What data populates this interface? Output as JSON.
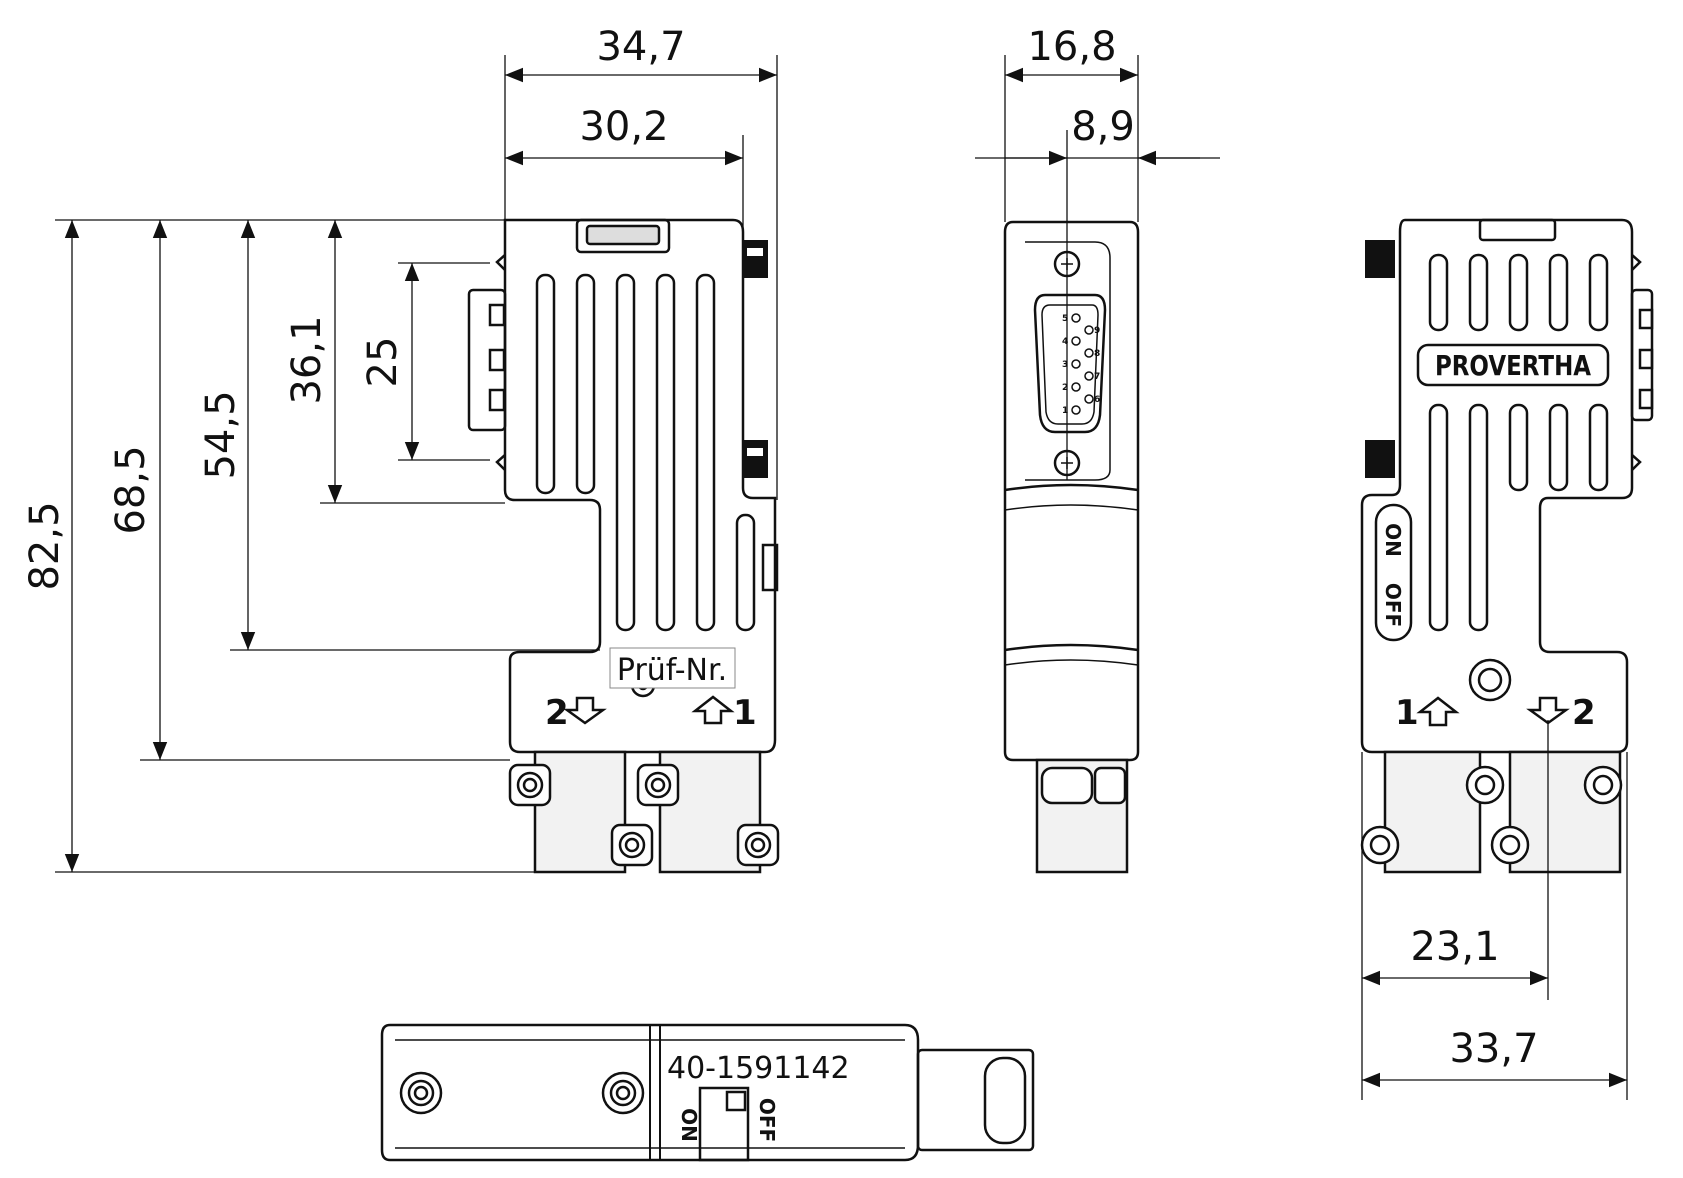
{
  "dimensions": {
    "front_width_total": "34,7",
    "front_width_body": "30,2",
    "front_height_total": "82,5",
    "front_height_68": "68,5",
    "front_height_54": "54,5",
    "front_height_36": "36,1",
    "front_height_25": "25",
    "side_width_total": "16,8",
    "side_width_half": "8,9",
    "back_cable_offset": "23,1",
    "back_width_total": "33,7"
  },
  "labels": {
    "pruef_nr": "Prüf-Nr.",
    "port_2": "2",
    "port_1": "1",
    "brand": "PROVERTHA",
    "switch_on": "ON",
    "switch_off": "OFF",
    "part_number": "40-1591142"
  },
  "pins": {
    "row_a": [
      "5",
      "4",
      "3",
      "2",
      "1"
    ],
    "row_b": [
      "9",
      "8",
      "7",
      "6"
    ]
  }
}
